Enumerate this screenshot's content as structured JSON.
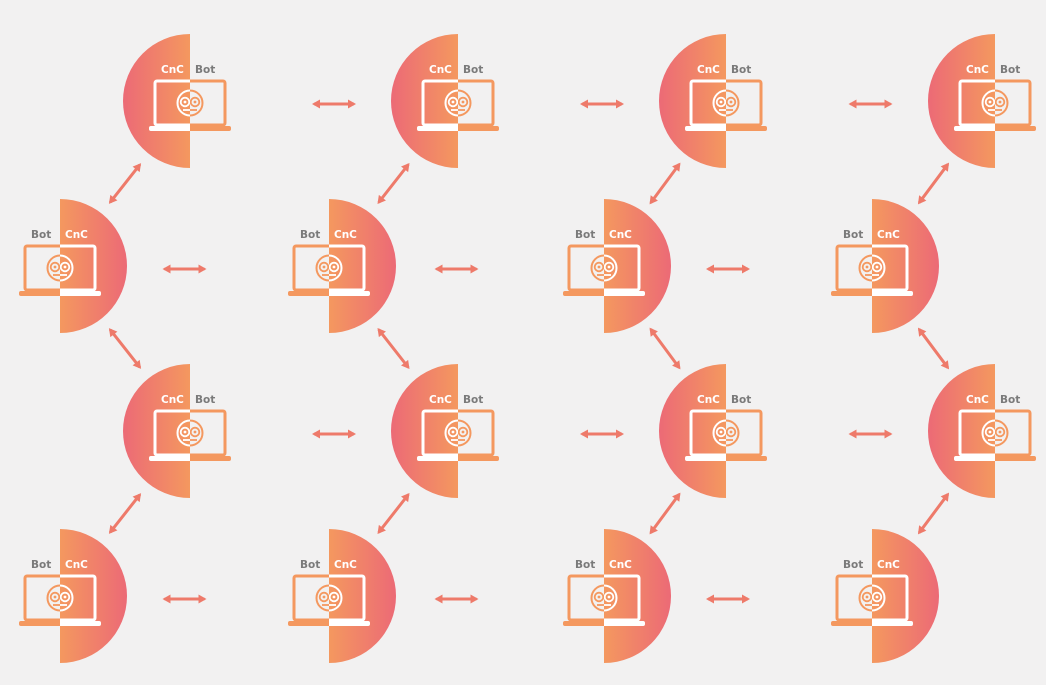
{
  "colors": {
    "background": "#f2f1f1",
    "gradient_pink": "#ec6a76",
    "gradient_orange": "#f4985f",
    "arrow": "#ee7a6a",
    "bot_label": "#7a7a7a",
    "cnc_label": "#ffffff"
  },
  "labels": {
    "cnc": "CnC",
    "bot": "Bot"
  },
  "nodes": [
    {
      "id": "n-0-0",
      "row": 0,
      "col": 0,
      "orientation": "left"
    },
    {
      "id": "n-0-1",
      "row": 0,
      "col": 1,
      "orientation": "left"
    },
    {
      "id": "n-0-2",
      "row": 0,
      "col": 2,
      "orientation": "left"
    },
    {
      "id": "n-0-3",
      "row": 0,
      "col": 3,
      "orientation": "left"
    },
    {
      "id": "n-1-0",
      "row": 1,
      "col": 0,
      "orientation": "right"
    },
    {
      "id": "n-1-1",
      "row": 1,
      "col": 1,
      "orientation": "right"
    },
    {
      "id": "n-1-2",
      "row": 1,
      "col": 2,
      "orientation": "right"
    },
    {
      "id": "n-1-3",
      "row": 1,
      "col": 3,
      "orientation": "right"
    },
    {
      "id": "n-2-0",
      "row": 2,
      "col": 0,
      "orientation": "left"
    },
    {
      "id": "n-2-1",
      "row": 2,
      "col": 1,
      "orientation": "left"
    },
    {
      "id": "n-2-2",
      "row": 2,
      "col": 2,
      "orientation": "left"
    },
    {
      "id": "n-2-3",
      "row": 2,
      "col": 3,
      "orientation": "left"
    },
    {
      "id": "n-3-0",
      "row": 3,
      "col": 0,
      "orientation": "right"
    },
    {
      "id": "n-3-1",
      "row": 3,
      "col": 1,
      "orientation": "right"
    },
    {
      "id": "n-3-2",
      "row": 3,
      "col": 2,
      "orientation": "right"
    },
    {
      "id": "n-3-3",
      "row": 3,
      "col": 3,
      "orientation": "right"
    }
  ],
  "connections": [
    {
      "from": "n-0-0",
      "to": "n-0-1"
    },
    {
      "from": "n-0-1",
      "to": "n-0-2"
    },
    {
      "from": "n-0-2",
      "to": "n-0-3"
    },
    {
      "from": "n-1-0",
      "to": "n-1-1"
    },
    {
      "from": "n-1-1",
      "to": "n-1-2"
    },
    {
      "from": "n-1-2",
      "to": "n-1-3"
    },
    {
      "from": "n-2-0",
      "to": "n-2-1"
    },
    {
      "from": "n-2-1",
      "to": "n-2-2"
    },
    {
      "from": "n-2-2",
      "to": "n-2-3"
    },
    {
      "from": "n-3-0",
      "to": "n-3-1"
    },
    {
      "from": "n-3-1",
      "to": "n-3-2"
    },
    {
      "from": "n-3-2",
      "to": "n-3-3"
    },
    {
      "from": "n-0-0",
      "to": "n-1-0"
    },
    {
      "from": "n-0-1",
      "to": "n-1-1"
    },
    {
      "from": "n-0-2",
      "to": "n-1-2"
    },
    {
      "from": "n-0-3",
      "to": "n-1-3"
    },
    {
      "from": "n-1-0",
      "to": "n-2-0"
    },
    {
      "from": "n-1-1",
      "to": "n-2-1"
    },
    {
      "from": "n-1-2",
      "to": "n-2-2"
    },
    {
      "from": "n-1-3",
      "to": "n-2-3"
    },
    {
      "from": "n-2-0",
      "to": "n-3-0"
    },
    {
      "from": "n-2-1",
      "to": "n-3-1"
    },
    {
      "from": "n-2-2",
      "to": "n-3-2"
    },
    {
      "from": "n-2-3",
      "to": "n-3-3"
    }
  ]
}
